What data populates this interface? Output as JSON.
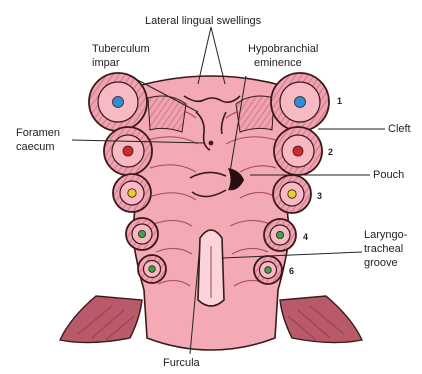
{
  "labels": {
    "lateral_lingual_swellings": "Lateral lingual swellings",
    "tuberculum_impar_1": "Tuberculum",
    "tuberculum_impar_2": "impar",
    "hypobranchial_1": "Hypobranchial",
    "hypobranchial_2": "eminence",
    "foramen_caecum_1": "Foramen",
    "foramen_caecum_2": "caecum",
    "cleft": "Cleft",
    "pouch": "Pouch",
    "laryngotracheal_1": "Laryngo-",
    "laryngotracheal_2": "tracheal",
    "laryngotracheal_3": "groove",
    "furcula": "Furcula"
  },
  "arch_numbers": [
    "1",
    "2",
    "3",
    "4",
    "6"
  ],
  "colors": {
    "tissue": "#f1a3b0",
    "tissue_dark": "#c25a6e",
    "outline": "#3a1a1a",
    "arch_dot_1": "#2a8fd8",
    "arch_dot_2": "#d0282c",
    "arch_dot_3": "#e8d12a",
    "arch_dot_4": "#3aa64a",
    "arch_dot_6": "#3aa64a"
  }
}
